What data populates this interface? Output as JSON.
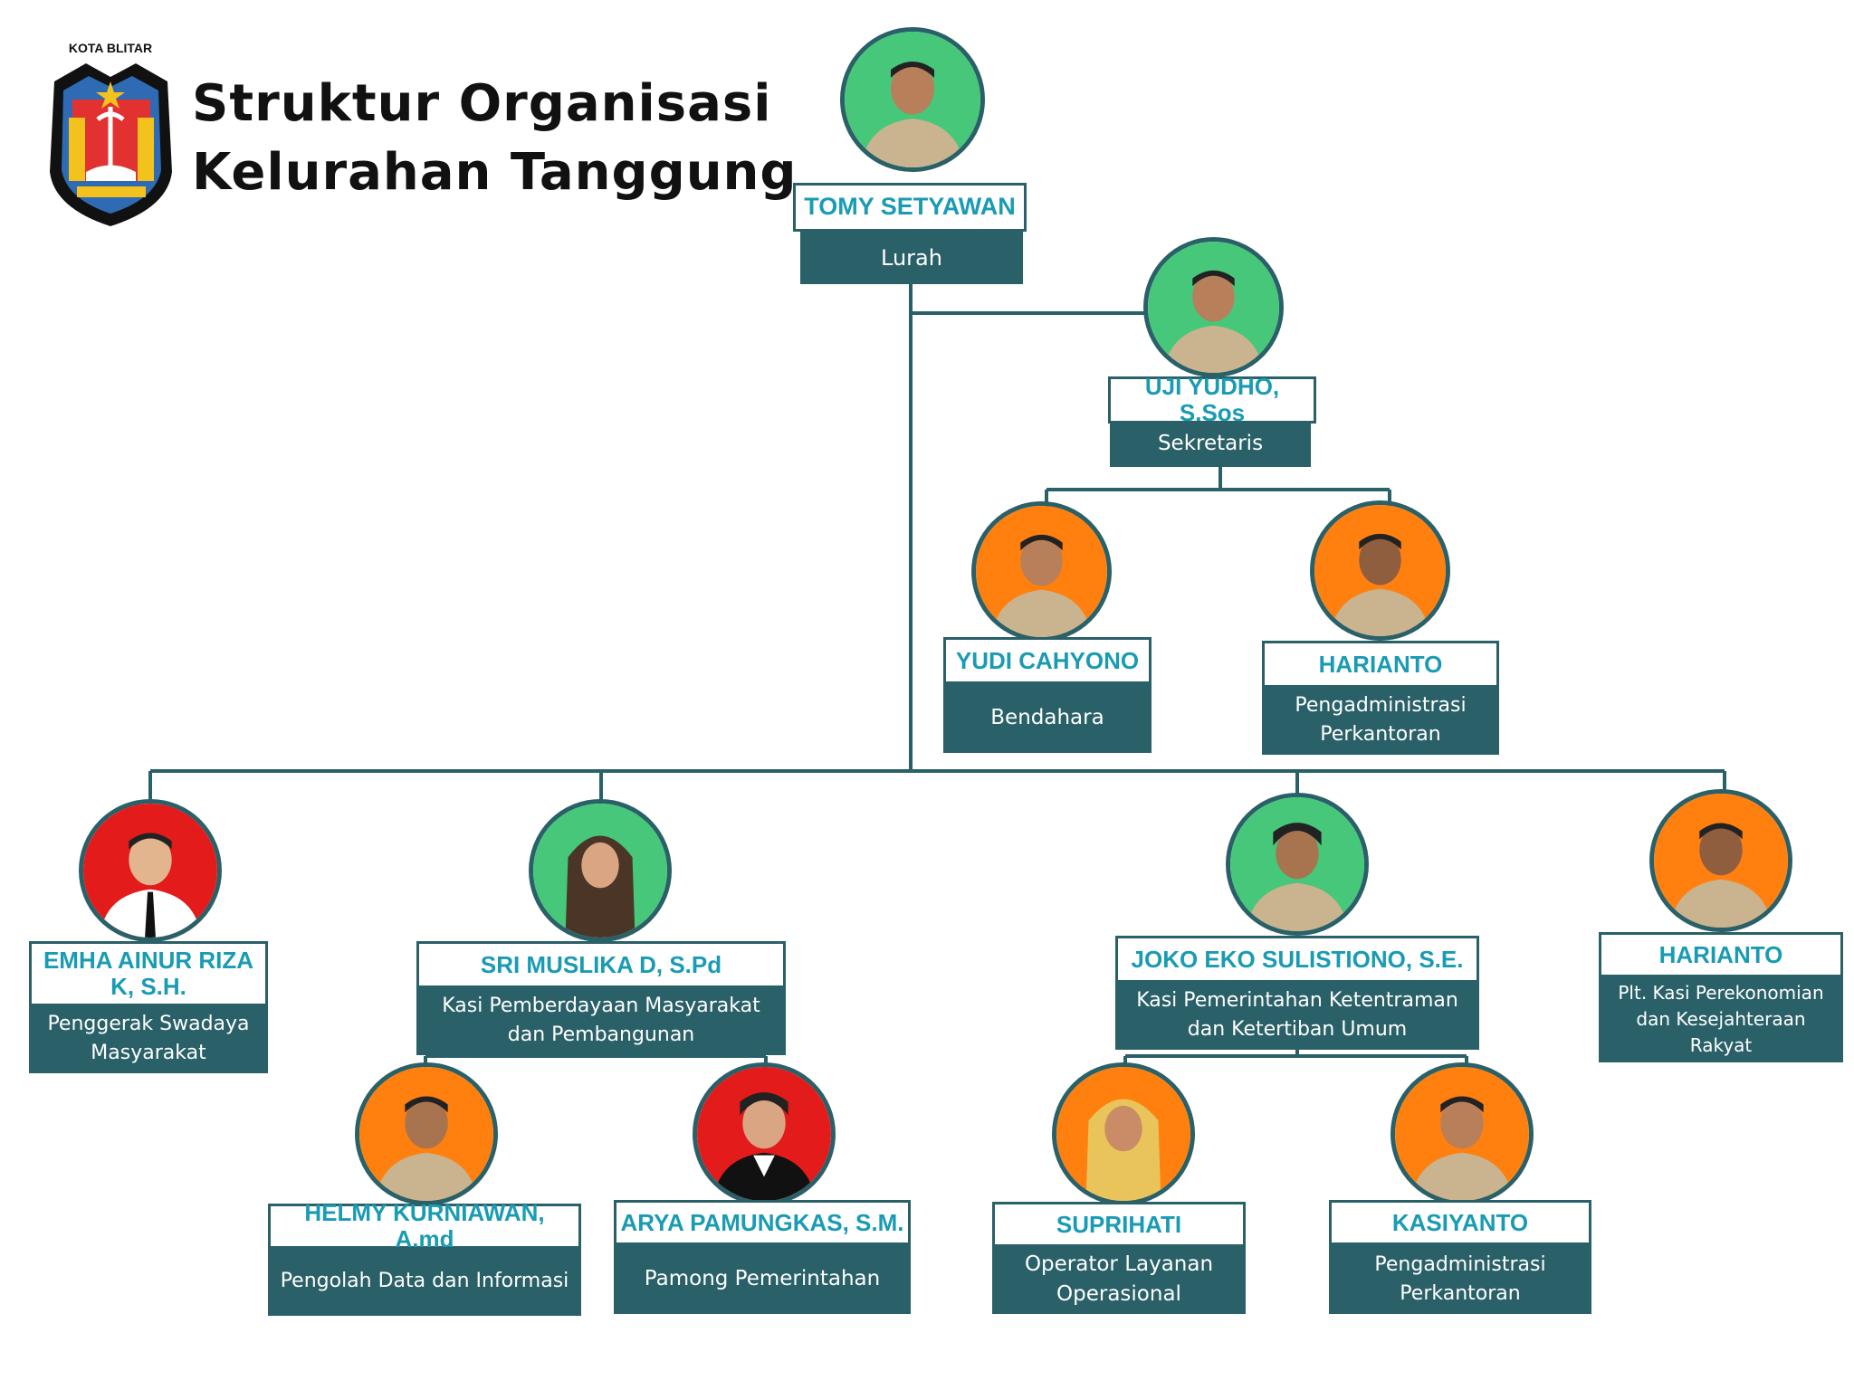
{
  "header": {
    "logo_text": "KOTA BLITAR",
    "title_line1": "Struktur Organisasi",
    "title_line2": "Kelurahan Tanggung"
  },
  "colors": {
    "teal": "#2a6068",
    "name_text": "#1a9bb4",
    "green_bg": "#46c77a",
    "orange_bg": "#ff7f0f",
    "red_bg": "#e31b1b"
  },
  "people": {
    "lurah": {
      "name": "TOMY SETYAWAN",
      "role": "Lurah",
      "photo_bg": "green"
    },
    "sekretaris": {
      "name": "UJI YUDHO, S.Sos",
      "role": "Sekretaris",
      "photo_bg": "green"
    },
    "bendahara": {
      "name": "YUDI CAHYONO",
      "role": "Bendahara",
      "photo_bg": "orange"
    },
    "pengadministrasi1": {
      "name": "HARIANTO",
      "role": "Pengadministrasi Perkantoran",
      "photo_bg": "orange"
    },
    "penggerak": {
      "name": "EMHA AINUR RIZA K, S.H.",
      "role": "Penggerak Swadaya Masyarakat",
      "photo_bg": "red"
    },
    "kasi_pemberdayaan": {
      "name": "SRI MUSLIKA D, S.Pd",
      "role": "Kasi Pemberdayaan Masyarakat dan Pembangunan",
      "photo_bg": "green"
    },
    "kasi_pemerintahan": {
      "name": "JOKO EKO SULISTIONO, S.E.",
      "role": "Kasi Pemerintahan Ketentraman dan  Ketertiban Umum",
      "photo_bg": "green"
    },
    "kasi_perekonomian": {
      "name": "HARIANTO",
      "role": "Plt. Kasi Perekonomian dan Kesejahteraan Rakyat",
      "photo_bg": "orange"
    },
    "pengolah_data": {
      "name": "HELMY KURNIAWAN, A.md",
      "role": "Pengolah Data dan Informasi",
      "photo_bg": "orange"
    },
    "pamong": {
      "name": "ARYA PAMUNGKAS, S.M.",
      "role": "Pamong Pemerintahan",
      "photo_bg": "red"
    },
    "operator": {
      "name": "SUPRIHATI",
      "role": "Operator Layanan Operasional",
      "photo_bg": "orange"
    },
    "pengadministrasi2": {
      "name": "KASIYANTO",
      "role": "Pengadministrasi Perkantoran",
      "photo_bg": "orange"
    }
  }
}
